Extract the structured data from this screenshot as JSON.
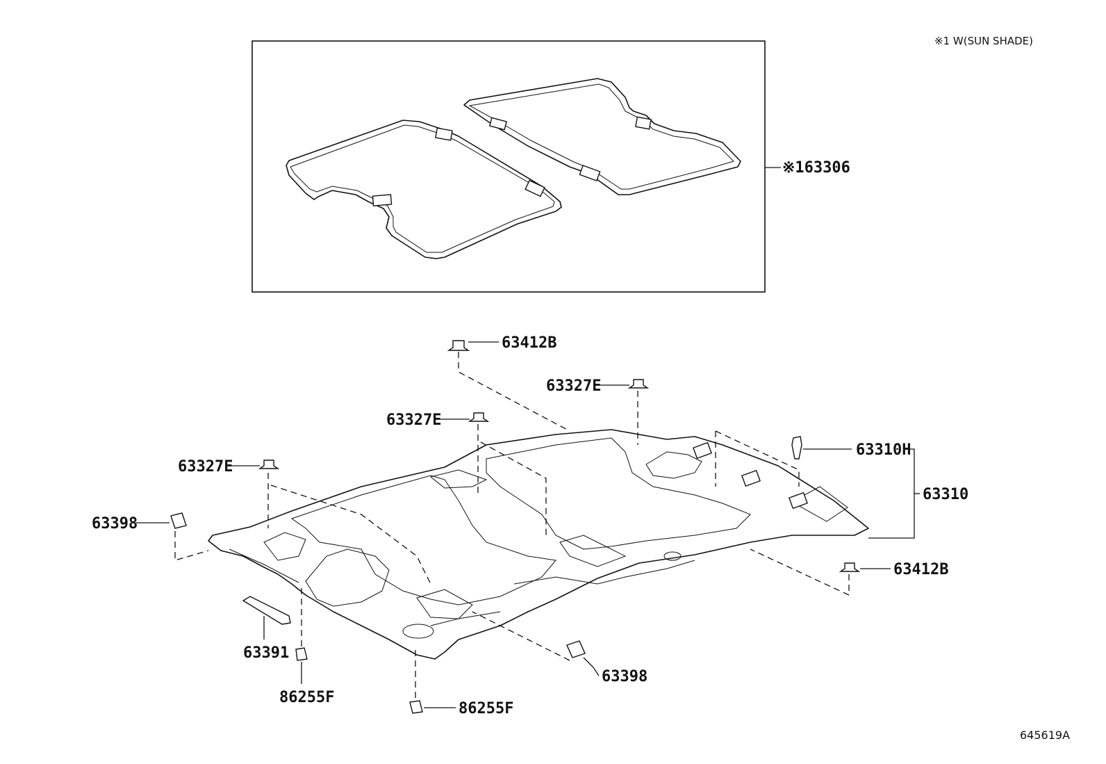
{
  "header": {
    "variant_note": "※1 W(SUN SHADE)",
    "diagram_ref": "645619A"
  },
  "sunshade_box": {
    "label": "※163306"
  },
  "callouts": [
    {
      "id": "lbl-63412b-top",
      "text": "63412B"
    },
    {
      "id": "lbl-63327e-a",
      "text": "63327E"
    },
    {
      "id": "lbl-63327e-b",
      "text": "63327E"
    },
    {
      "id": "lbl-63327e-c",
      "text": "63327E"
    },
    {
      "id": "lbl-63310h",
      "text": "63310H"
    },
    {
      "id": "lbl-63310",
      "text": "63310"
    },
    {
      "id": "lbl-63398-left",
      "text": "63398"
    },
    {
      "id": "lbl-63412b-right",
      "text": "63412B"
    },
    {
      "id": "lbl-63391",
      "text": "63391"
    },
    {
      "id": "lbl-63398-bottom",
      "text": "63398"
    },
    {
      "id": "lbl-86255f-left",
      "text": "86255F"
    },
    {
      "id": "lbl-86255f-bottom",
      "text": "86255F"
    }
  ]
}
